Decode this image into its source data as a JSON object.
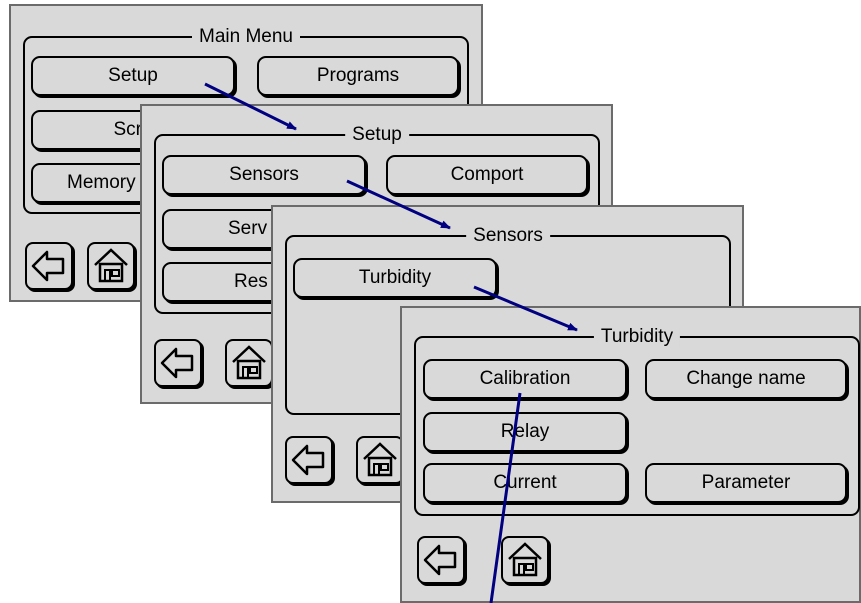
{
  "colors": {
    "panel_bg": "#d9d9d9",
    "panel_border": "#6b6b6b",
    "arrow": "#000080"
  },
  "main_menu": {
    "title": "Main Menu",
    "buttons": [
      "Setup",
      "Programs",
      "Scre",
      "Memory"
    ]
  },
  "setup": {
    "title": "Setup",
    "buttons": [
      "Sensors",
      "Comport",
      "Serv",
      "Res"
    ]
  },
  "sensors": {
    "title": "Sensors",
    "buttons": [
      "Turbidity"
    ]
  },
  "turbidity": {
    "title": "Turbidity",
    "buttons": [
      "Calibration",
      "Change name",
      "Relay",
      "Current",
      "Parameter"
    ]
  },
  "icons": {
    "back": "back-arrow-icon",
    "home": "home-icon"
  }
}
